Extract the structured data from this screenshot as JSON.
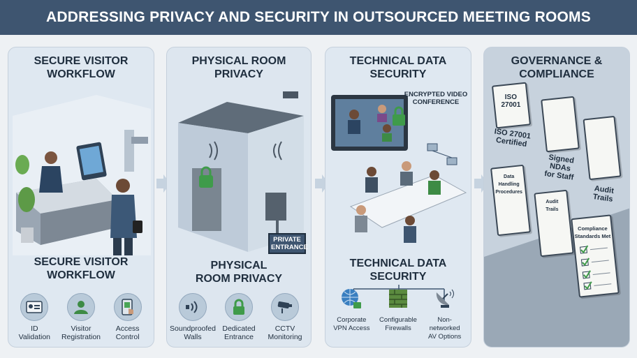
{
  "title": "Addressing Privacy and Security in Outsourced Meeting Rooms",
  "colors": {
    "banner": "#3e5570",
    "panel": "#dfe8f1",
    "icon_bg": "#b9cad9",
    "text": "#1f2e3e"
  },
  "panels": [
    {
      "title_lines": [
        "Secure Visitor",
        "Workflow"
      ],
      "subtitle_lines": [
        "Secure Visitor",
        "Workflow"
      ],
      "items": [
        {
          "icon": "id-badge-icon",
          "lines": [
            "ID",
            "Validation"
          ]
        },
        {
          "icon": "visitor-icon",
          "lines": [
            "Visitor",
            "Registration"
          ]
        },
        {
          "icon": "access-control-icon",
          "lines": [
            "Access",
            "Control"
          ]
        }
      ]
    },
    {
      "title_lines": [
        "Physical Room",
        "Privacy"
      ],
      "subtitle_lines": [
        "Physical",
        "Room Privacy"
      ],
      "private_entrance_lines": [
        "Private",
        "Entrance"
      ],
      "items": [
        {
          "icon": "sound-wave-icon",
          "lines": [
            "Soundproofed",
            "Walls"
          ]
        },
        {
          "icon": "padlock-icon",
          "lines": [
            "Dedicated",
            "Entrance"
          ]
        },
        {
          "icon": "cctv-camera-icon",
          "lines": [
            "CCTV",
            "Monitoring"
          ]
        }
      ]
    },
    {
      "title_lines": [
        "Technical Data",
        "Security"
      ],
      "subtitle_lines": [
        "Technical Data",
        "Security"
      ],
      "callout_lines": [
        "Encrypted Video",
        "Conference"
      ],
      "items": [
        {
          "icon": "globe-lock-icon",
          "lines": [
            "Corporate",
            "VPN Access"
          ]
        },
        {
          "icon": "firewall-icon",
          "lines": [
            "Configurable",
            "Firewalls"
          ]
        },
        {
          "icon": "satellite-dish-icon",
          "lines": [
            "Non-networked",
            "AV Options"
          ]
        }
      ]
    },
    {
      "title_lines": [
        "Governance &",
        "Compliance"
      ],
      "docs": {
        "iso_cert": [
          "ISO 27001"
        ],
        "iso_label": [
          "ISO 27001",
          "Certified"
        ],
        "nda_label": [
          "Signed NDAs",
          "for Staff"
        ],
        "audit_label": [
          "Audit",
          "Trails"
        ],
        "data_handling": [
          "Data Handling",
          "Procedures"
        ],
        "audit_doc": [
          "Audit",
          "Trails"
        ],
        "compliance_doc": [
          "Compliance",
          "Standards Met"
        ]
      }
    }
  ]
}
